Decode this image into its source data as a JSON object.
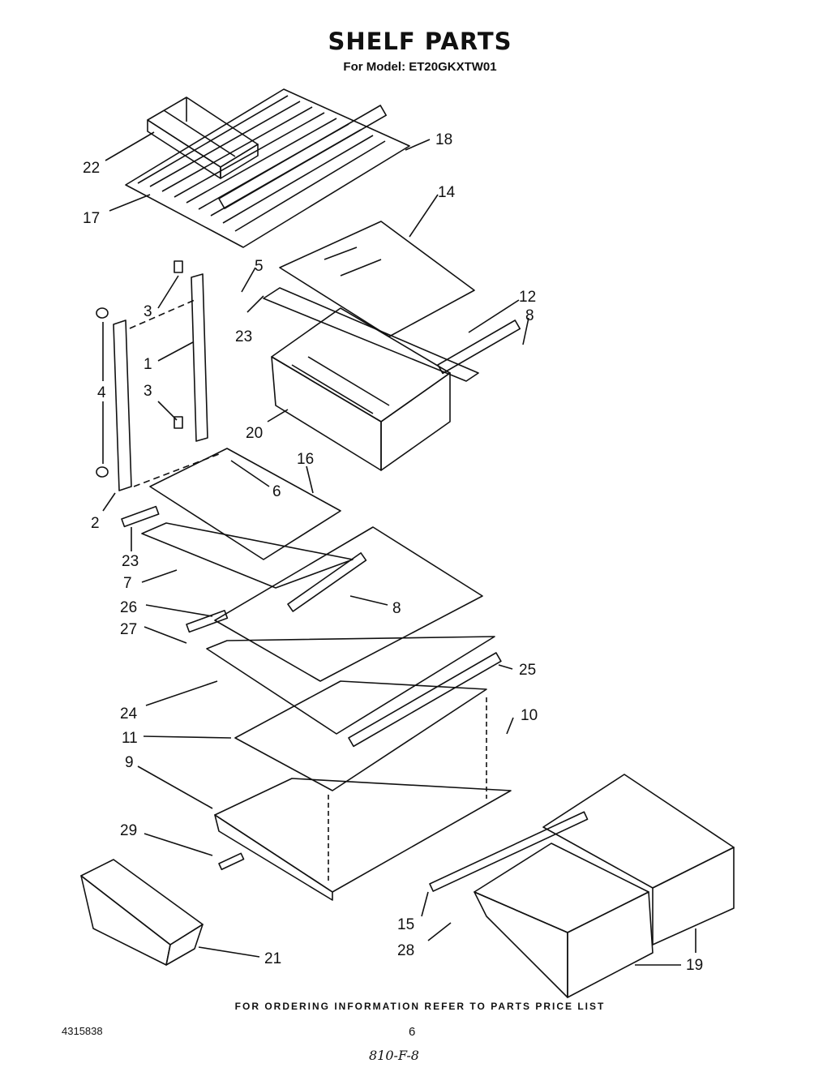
{
  "header": {
    "title": "SHELF PARTS",
    "subtitle": "For Model: ET20GKXTW01"
  },
  "footer": {
    "ordering_note": "FOR ORDERING INFORMATION REFER TO PARTS PRICE LIST",
    "doc_number": "4315838",
    "page_number": "6",
    "handwritten_note": "810-F-8"
  },
  "callouts": [
    "22",
    "18",
    "17",
    "14",
    "5",
    "3",
    "12",
    "8",
    "23",
    "1",
    "4",
    "3",
    "20",
    "16",
    "6",
    "2",
    "23",
    "7",
    "26",
    "8",
    "27",
    "25",
    "24",
    "10",
    "11",
    "9",
    "29",
    "15",
    "21",
    "28",
    "19"
  ]
}
